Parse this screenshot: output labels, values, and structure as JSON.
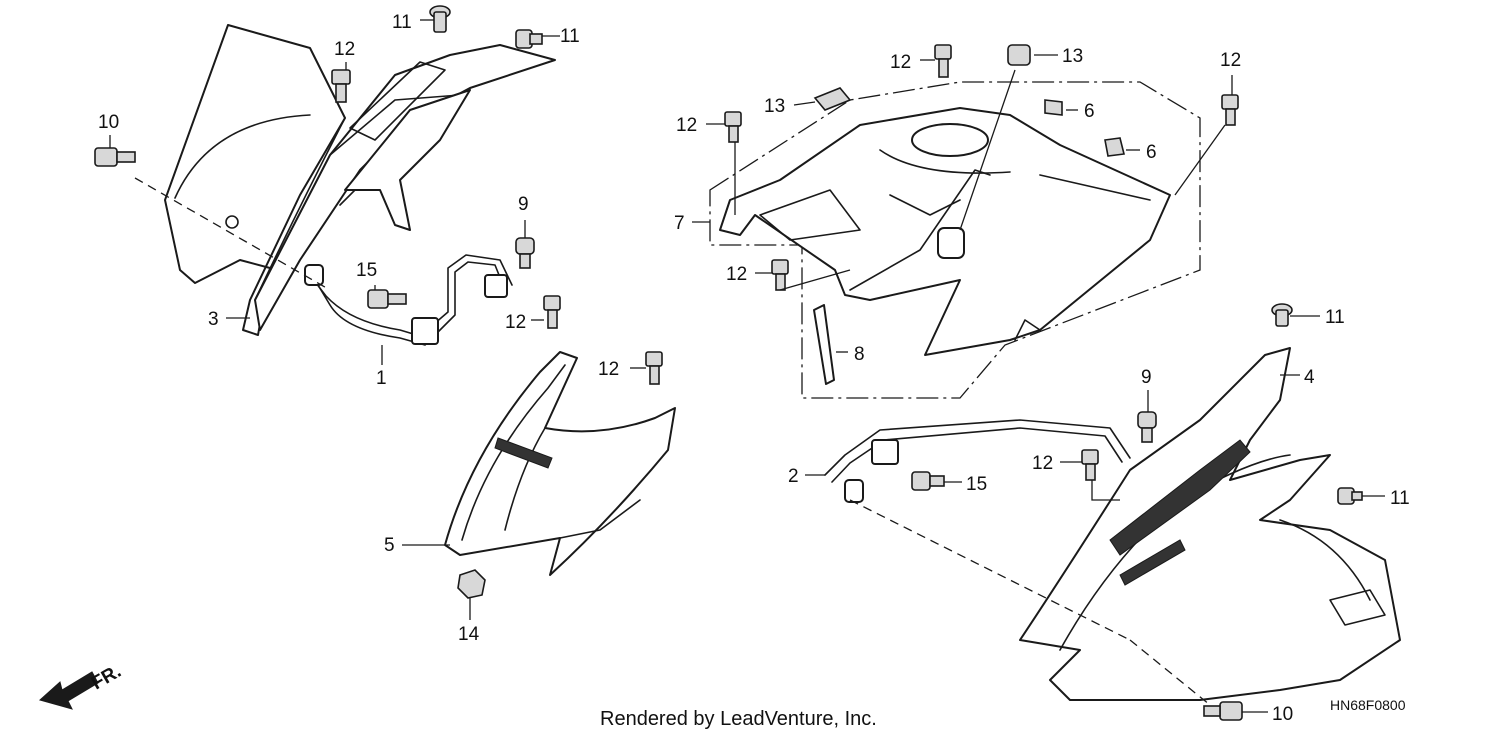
{
  "callouts": {
    "c1": "1",
    "c2": "2",
    "c3": "3",
    "c4": "4",
    "c5": "5",
    "c6a": "6",
    "c6b": "6",
    "c7": "7",
    "c8": "8",
    "c9a": "9",
    "c9b": "9",
    "c10a": "10",
    "c10b": "10",
    "c11a": "11",
    "c11b": "11",
    "c11c": "11",
    "c11d": "11",
    "c12a": "12",
    "c12b": "12",
    "c12c": "12",
    "c12d": "12",
    "c12e": "12",
    "c12f": "12",
    "c12g": "12",
    "c12h": "12",
    "c13a": "13",
    "c13b": "13",
    "c14": "14",
    "c15a": "15",
    "c15b": "15"
  },
  "direction_label": "FR.",
  "credit": "Rendered by LeadVenture, Inc.",
  "diagram_code": "HN68F0800"
}
